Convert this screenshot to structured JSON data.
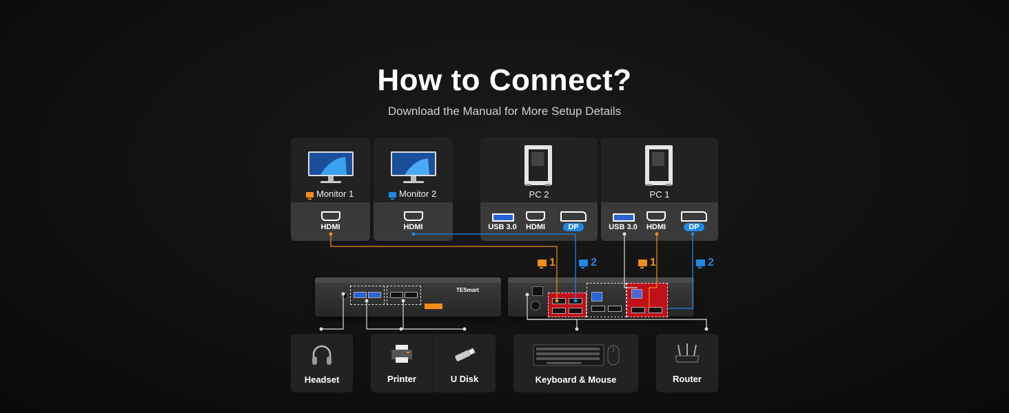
{
  "header": {
    "title": "How to Connect?",
    "subtitle": "Download the Manual for More Setup Details"
  },
  "colors": {
    "orange": "#f28c1a",
    "blue": "#1e88e5",
    "red": "#c0101a"
  },
  "monitors": [
    {
      "label": "Monitor 1",
      "port": "HDMI",
      "indicator": "orange"
    },
    {
      "label": "Monitor 2",
      "port": "HDMI",
      "indicator": "blue"
    }
  ],
  "pcs": [
    {
      "label": "PC 2",
      "ports": [
        "USB 3.0",
        "HDMI",
        "DP"
      ]
    },
    {
      "label": "PC 1",
      "ports": [
        "USB 3.0",
        "HDMI",
        "DP"
      ]
    }
  ],
  "switch_tags": {
    "pc2": {
      "monitor1": "1",
      "monitor2": "2"
    },
    "pc1": {
      "monitor1": "1",
      "monitor2": "2"
    }
  },
  "kvm_front": {
    "brand": "TESmart"
  },
  "peripherals": {
    "headset": "Headset",
    "printer": "Printer",
    "udisk": "U Disk",
    "keyboard_mouse": "Keyboard & Mouse",
    "router": "Router"
  }
}
